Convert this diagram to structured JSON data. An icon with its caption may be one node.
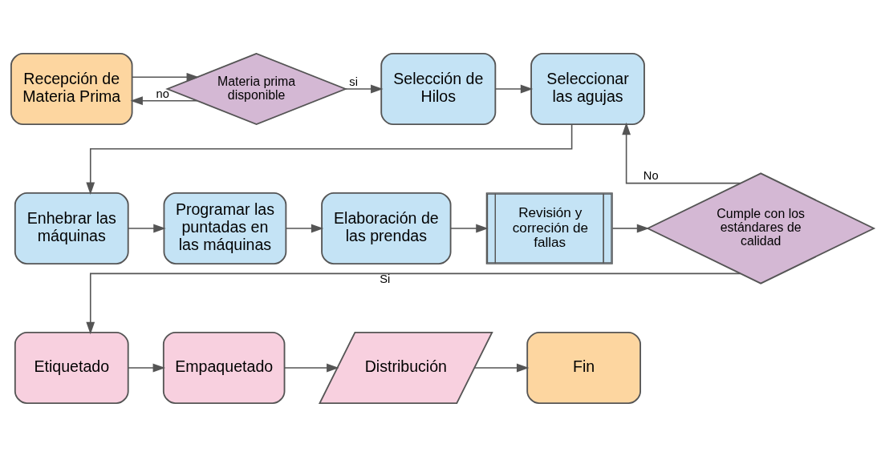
{
  "diagram": {
    "nodes": [
      {
        "text": [
          "Recepción de Materia Prima"
        ]
      },
      {
        "text": [
          "Materia prima disponible"
        ]
      },
      {
        "text": [
          "Selección de Hilos"
        ]
      },
      {
        "text": [
          "Seleccionar las agujas"
        ]
      },
      {
        "text": [
          "Enhebrar las máquinas"
        ]
      },
      {
        "text": [
          "Programar las puntadas en las máquinas"
        ]
      },
      {
        "text": [
          "Elaboración de las prendas"
        ]
      },
      {
        "text": [
          "Revisión y correción de fallas"
        ]
      },
      {
        "text": [
          "Cumple con los estándares de calidad"
        ]
      },
      {
        "text": [
          "Etiquetado"
        ]
      },
      {
        "text": [
          "Empaquetado"
        ]
      },
      {
        "text": [
          "Distribución"
        ]
      },
      {
        "text": [
          "Fin"
        ]
      }
    ],
    "edges": [
      {
        "from": 0,
        "to": 1,
        "arrow": "to"
      },
      {
        "from": 1,
        "to": 0,
        "arrow": "to",
        "label": "no"
      },
      {
        "from": 1,
        "to": 2,
        "arrow": "to",
        "label": "si"
      },
      {
        "from": 2,
        "to": 3,
        "arrow": "to"
      },
      {
        "from": 3,
        "to": 4,
        "arrow": "to"
      },
      {
        "from": 4,
        "to": 5,
        "arrow": "to"
      },
      {
        "from": 5,
        "to": 6,
        "arrow": "to"
      },
      {
        "from": 6,
        "to": 7,
        "arrow": "to"
      },
      {
        "from": 7,
        "to": 8,
        "arrow": "to"
      },
      {
        "from": 8,
        "to": 3,
        "arrow": "to",
        "label": "No"
      },
      {
        "from": 8,
        "to": 9,
        "arrow": "to",
        "label": "Si"
      },
      {
        "from": 9,
        "to": 10,
        "arrow": "to"
      },
      {
        "from": 10,
        "to": 11,
        "arrow": "to"
      },
      {
        "from": 11,
        "to": 12,
        "arrow": "to"
      }
    ]
  }
}
